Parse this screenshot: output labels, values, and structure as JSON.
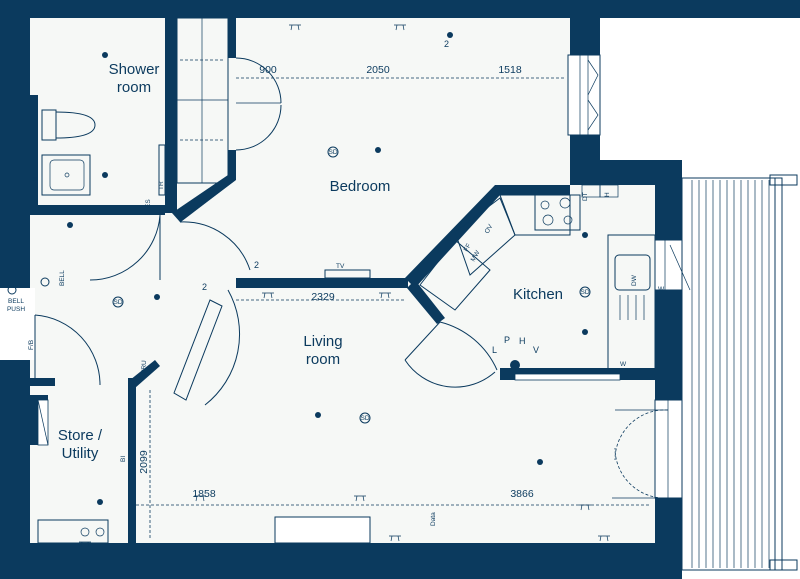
{
  "colors": {
    "wall": "#0b3a5e",
    "floor": "#f6f8f6",
    "background": "#ffffff"
  },
  "rooms": {
    "shower": [
      "Shower",
      "room"
    ],
    "bedroom": "Bedroom",
    "kitchen": "Kitchen",
    "living": [
      "Living",
      "room"
    ],
    "store": [
      "Store /",
      "Utility"
    ]
  },
  "dimensions": {
    "bed_a": "900",
    "bed_b": "2050",
    "bed_c": "1518",
    "living_top": "2329",
    "living_left": "1858",
    "living_right": "3866",
    "living_height": "2099"
  },
  "fixtures": {
    "bell_push": [
      "BELL",
      "PUSH"
    ],
    "bell": "BELL",
    "vru": "VRU",
    "data": "Data",
    "tv": "TV",
    "fb": "F/B",
    "es": "ES",
    "ml": "M L",
    "tr": "TR",
    "ff": "FF",
    "mw": "MW",
    "ov": "OV",
    "dw": "DW",
    "wd": "W",
    "ht": "H",
    "dt": "DT",
    "bi": "BI",
    "sd": "SD",
    "switch_2": "2",
    "panel": [
      "L",
      "P",
      "H",
      "V"
    ]
  }
}
